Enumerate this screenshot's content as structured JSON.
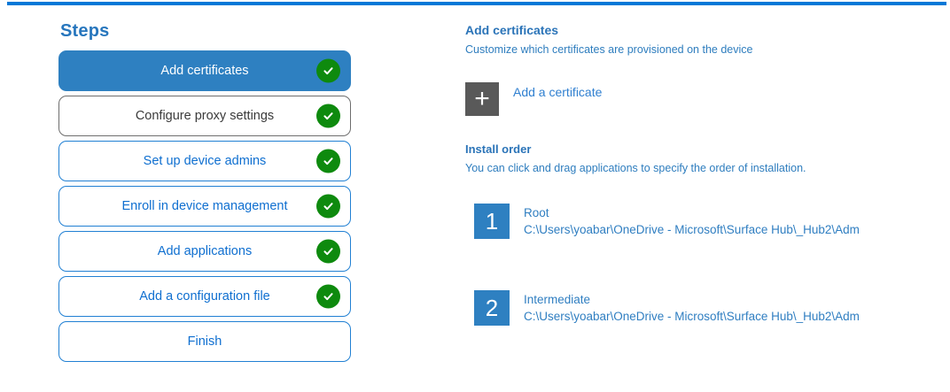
{
  "colors": {
    "top_bar": "#0078d7",
    "active_step_fill": "#2e80c1",
    "step_border_blue": "#2180d3",
    "step_text_blue": "#0f6fd0",
    "neutral_border": "#6d6d6d",
    "check_green": "#0e8a0e",
    "add_tile_gray": "#595959",
    "content_text_blue": "#2e7dbe"
  },
  "steps_panel": {
    "title": "Steps",
    "steps": [
      {
        "label": "Add certificates",
        "state": "active",
        "completed": true
      },
      {
        "label": "Configure proxy settings",
        "state": "neutral",
        "completed": true
      },
      {
        "label": "Set up device admins",
        "state": "normal",
        "completed": true
      },
      {
        "label": "Enroll in device management",
        "state": "normal",
        "completed": true
      },
      {
        "label": "Add applications",
        "state": "normal",
        "completed": true
      },
      {
        "label": "Add a configuration file",
        "state": "normal",
        "completed": true
      },
      {
        "label": "Finish",
        "state": "normal",
        "completed": false
      }
    ]
  },
  "content": {
    "heading": "Add certificates",
    "subheading": "Customize which certificates are provisioned on the device",
    "add_button": {
      "icon": "plus-icon",
      "icon_glyph": "+",
      "label": "Add a certificate"
    },
    "install_order": {
      "heading": "Install order",
      "description": "You can click and drag applications to specify the order of installation.",
      "items": [
        {
          "number": "1",
          "name": "Root",
          "path": "C:\\Users\\yoabar\\OneDrive - Microsoft\\Surface Hub\\_Hub2\\Adm"
        },
        {
          "number": "2",
          "name": "Intermediate",
          "path": "C:\\Users\\yoabar\\OneDrive - Microsoft\\Surface Hub\\_Hub2\\Adm"
        }
      ]
    }
  }
}
